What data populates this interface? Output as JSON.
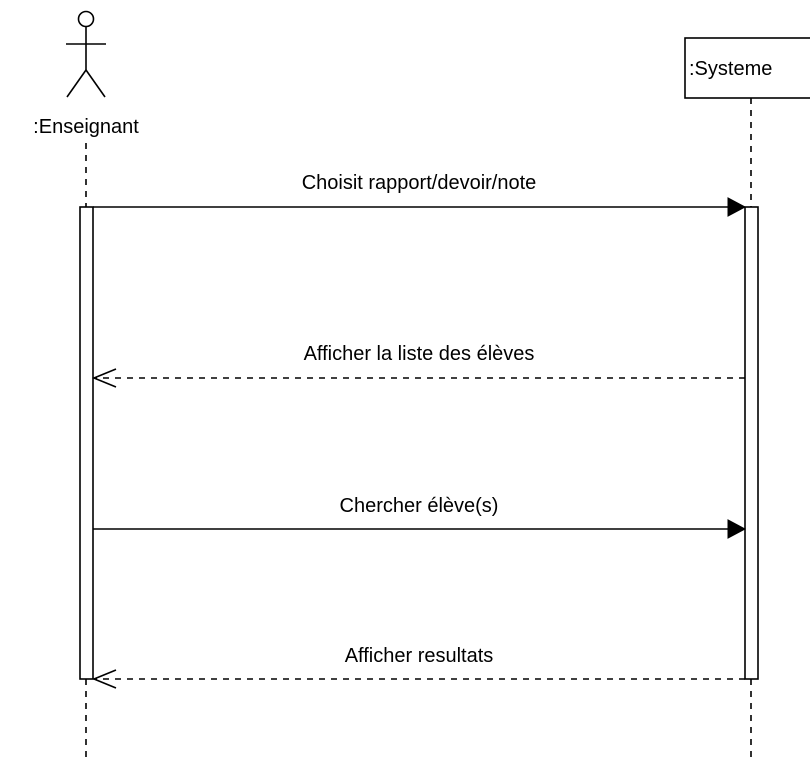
{
  "diagram": {
    "type": "uml-sequence",
    "participants": [
      {
        "kind": "actor",
        "label": ":Enseignant"
      },
      {
        "kind": "object",
        "label": ":Systeme"
      }
    ],
    "messages": [
      {
        "label": "Choisit rapport/devoir/note",
        "from": ":Enseignant",
        "to": ":Systeme",
        "style": "synchronous"
      },
      {
        "label": "Afficher la liste des élèves",
        "from": ":Systeme",
        "to": ":Enseignant",
        "style": "reply"
      },
      {
        "label": "Chercher élève(s)",
        "from": ":Enseignant",
        "to": ":Systeme",
        "style": "synchronous"
      },
      {
        "label": "Afficher resultats",
        "from": ":Systeme",
        "to": ":Enseignant",
        "style": "reply"
      }
    ],
    "colors": {
      "stroke": "#000000",
      "background": "#ffffff"
    }
  }
}
